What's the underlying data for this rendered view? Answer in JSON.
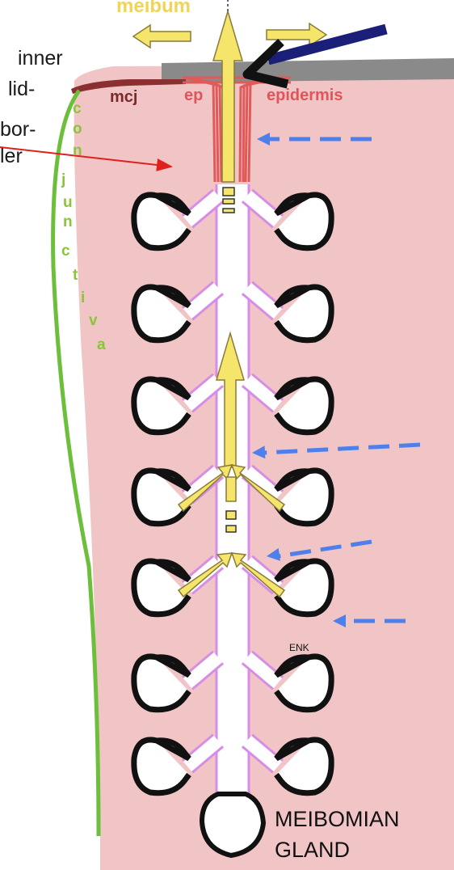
{
  "labels": {
    "meibum": "meibum",
    "inner": "inner",
    "lid": "lid-",
    "border": "bor-",
    "der": "ler",
    "mcj": "mcj",
    "ep": "ep",
    "epidermis": "epidermis",
    "conjunctiva": [
      "c",
      "o",
      "n",
      "j",
      "u",
      "n",
      "c",
      "t",
      "i",
      "v",
      "a"
    ],
    "enk": "ENK",
    "gland_line1": "MEIBOMIAN",
    "gland_line2": "GLAND"
  },
  "colors": {
    "tissue": "#f1c5c5",
    "duct": "#ffffff",
    "duct_edge": "#d78ce6",
    "acinus_outline": "#111111",
    "meibum_arrow": "#f5e66b",
    "conjunctiva_line": "#6cbf3a",
    "epidermis_fibers": "#e05a5a",
    "blue_dashes": "#4f7fe8",
    "navy_arrow": "#1c1f78",
    "red_pointer": "#e0201c",
    "skin_surface": "#8a8a8a"
  }
}
